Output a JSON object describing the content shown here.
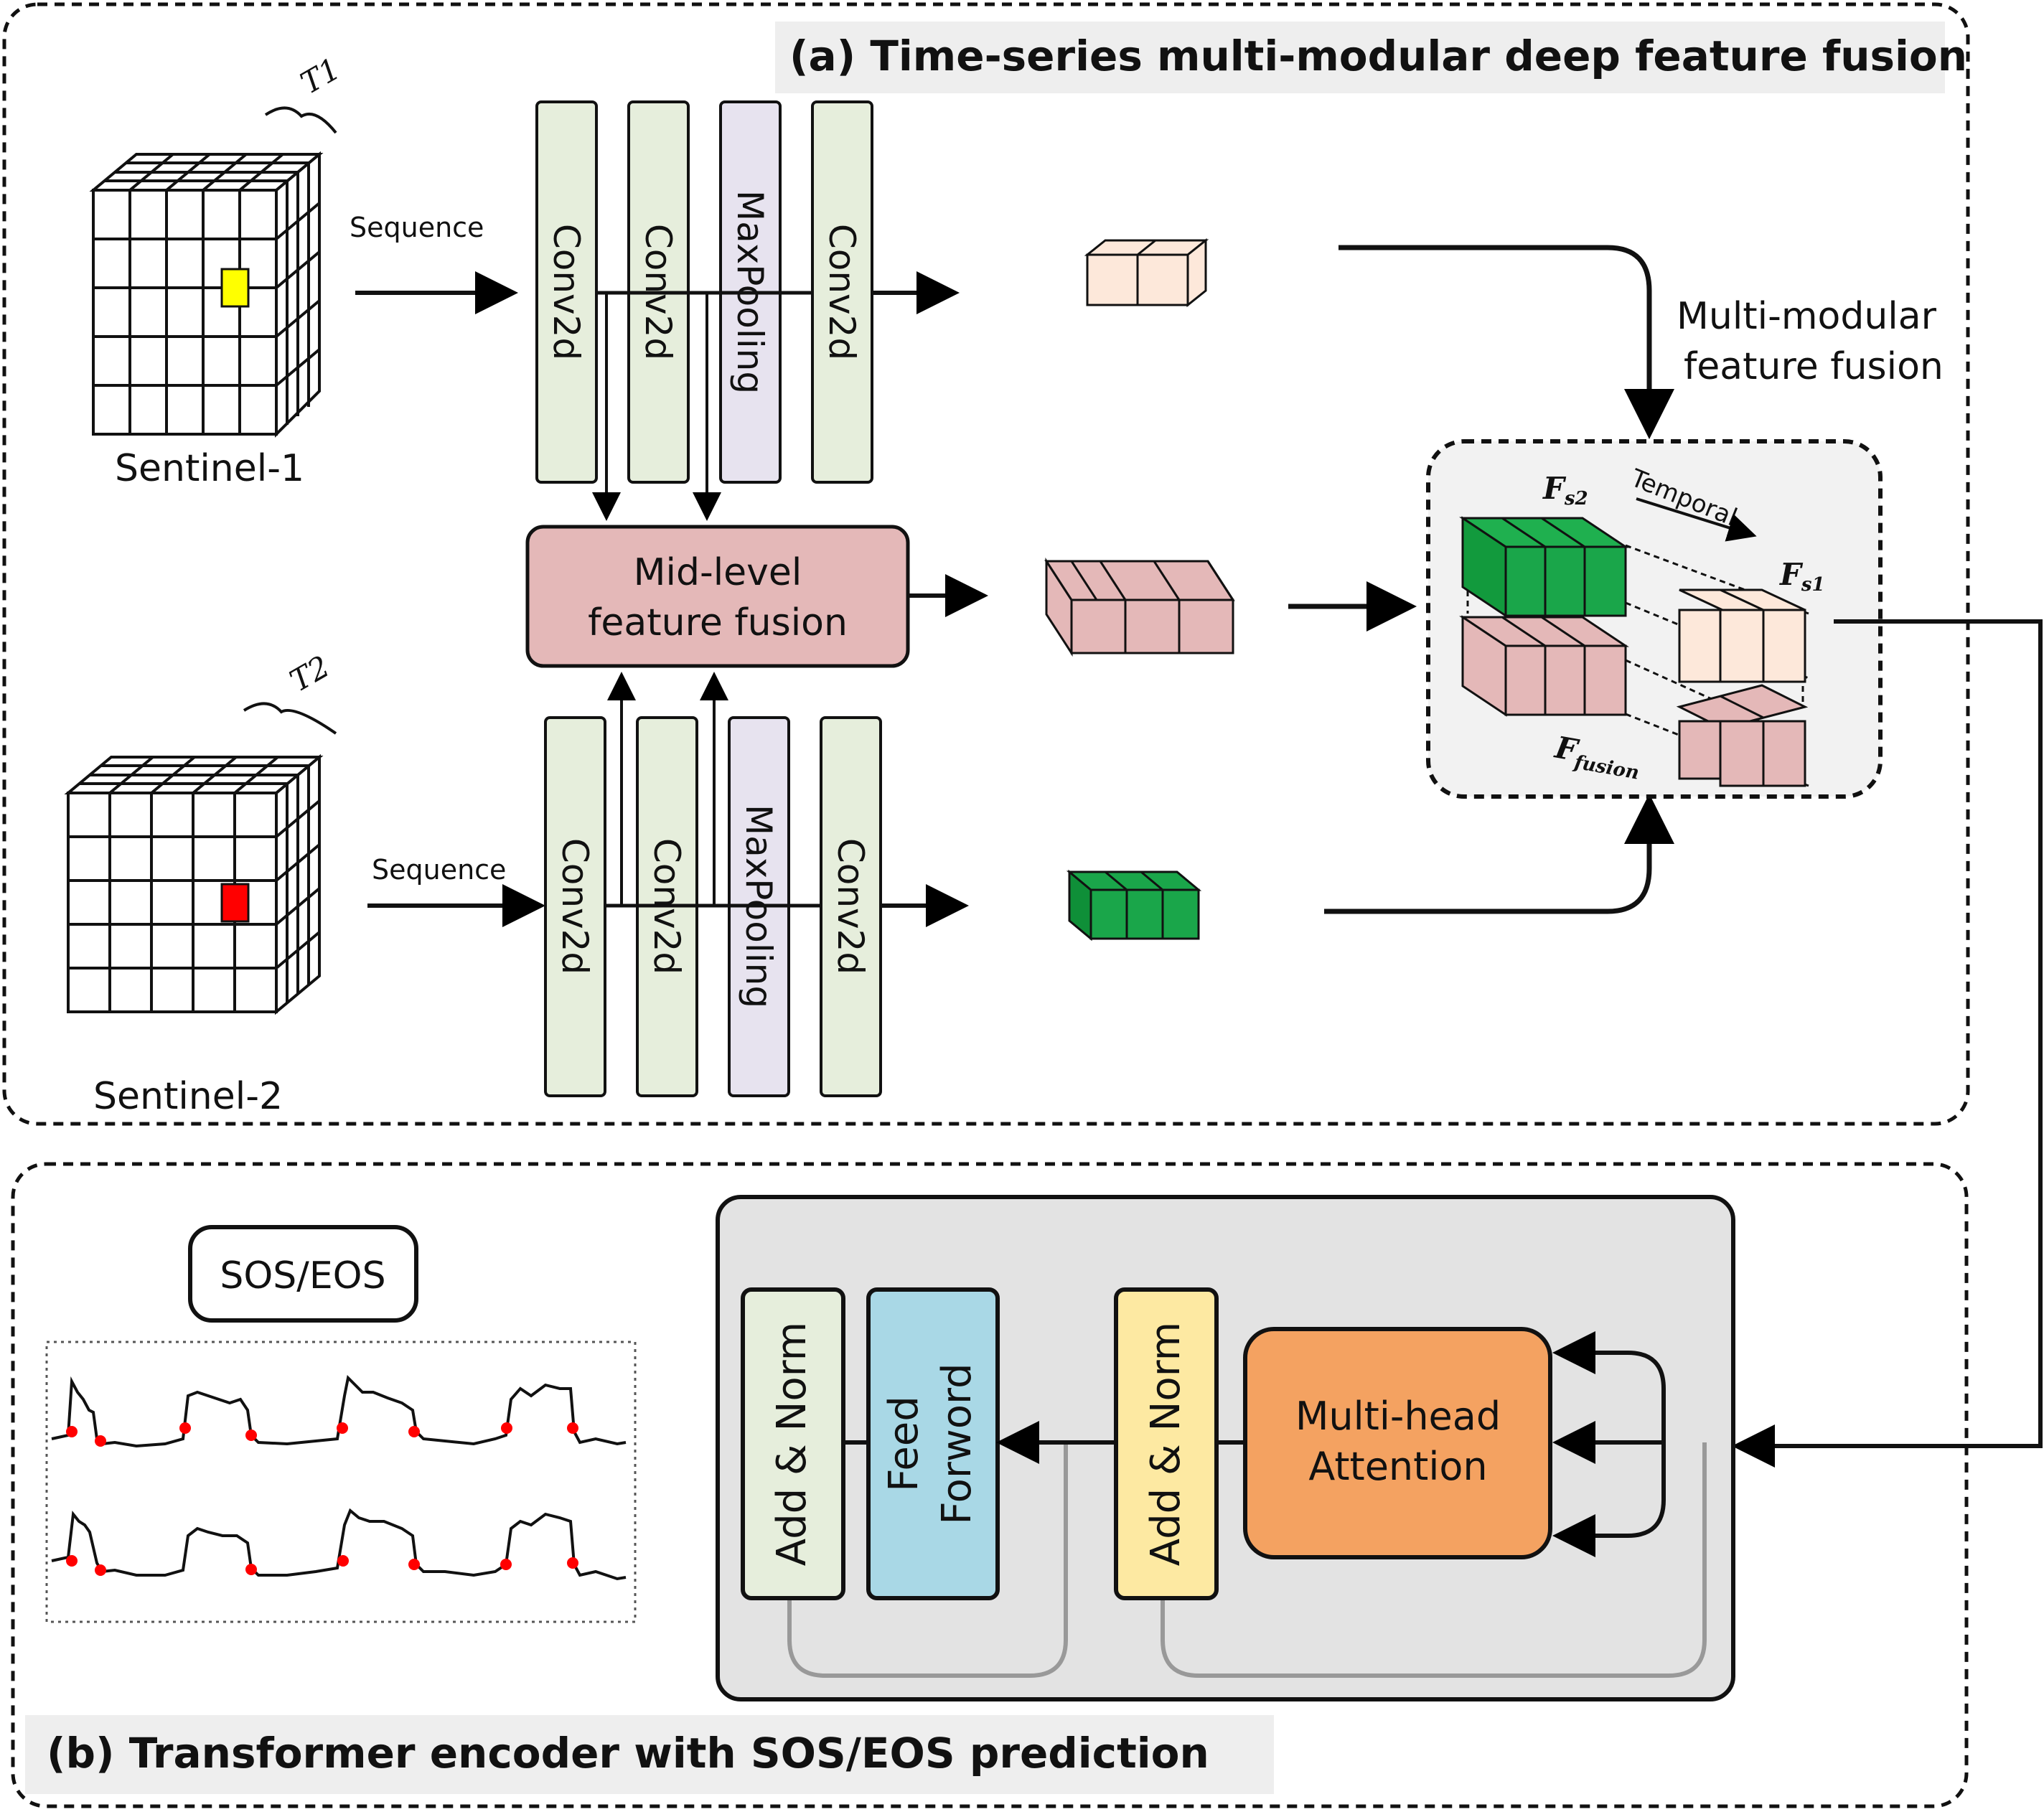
{
  "panel_a": {
    "title": "(a) Time-series multi-modular deep feature fusion",
    "sentinel1": {
      "label": "Sentinel-1",
      "time_label": "T1",
      "sequence_label": "Sequence"
    },
    "sentinel2": {
      "label": "Sentinel-2",
      "time_label": "T2",
      "sequence_label": "Sequence"
    },
    "top_branch_layers": [
      "Conv2d",
      "Conv2d",
      "MaxPooling",
      "Conv2d"
    ],
    "bottom_branch_layers": [
      "Conv2d",
      "Conv2d",
      "MaxPooling",
      "Conv2d"
    ],
    "mid_level_fusion": {
      "line1": "Mid-level",
      "line2": "feature fusion"
    },
    "multi_modular_fusion": {
      "line1": "Multi-modular",
      "line2": "feature fusion"
    },
    "fusion_box": {
      "fs2": "F",
      "fs2_sub": "s2",
      "fs1": "F",
      "fs1_sub": "s1",
      "ffusion": "F",
      "ffusion_sub": "fusion",
      "temporal": "Temporal"
    }
  },
  "panel_b": {
    "title": "(b) Transformer encoder with SOS/EOS prediction",
    "sos_eos_label": "SOS/EOS",
    "encoder": {
      "add_norm_1": "Add & Norm",
      "feed_forward": {
        "line1": "Feed",
        "line2": "Forword"
      },
      "add_norm_2": "Add & Norm",
      "attention": {
        "line1": "Multi-head",
        "line2": "Attention"
      }
    }
  },
  "colors": {
    "conv": "#e6eedc",
    "maxpool": "#e7e3ef",
    "mid_fusion": "#e4b8b8",
    "s1_cube": "#fde8da",
    "s2_cube": "#1aa64a",
    "fusion_cube": "#e4b8b8",
    "yellow_pixel": "#ffff00",
    "red_pixel": "#ff0000",
    "add_norm_1": "#e6eedc",
    "feed_forward": "#a9d8e6",
    "add_norm_2": "#fde9a2",
    "attention": "#f4a261",
    "encoder_bg": "#e3e3e3",
    "title_bg": "#eeeeee",
    "curve_point": "#ff0000"
  }
}
